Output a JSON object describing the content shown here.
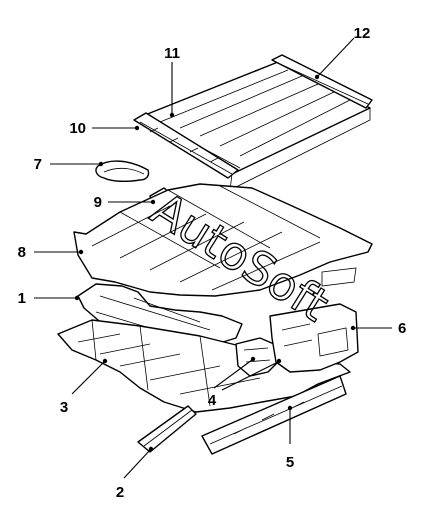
{
  "watermark": "AutoSoft",
  "callouts": [
    {
      "id": "1",
      "label": "1",
      "part": "front-floor-pan"
    },
    {
      "id": "2",
      "label": "2",
      "part": "left-sill-rail"
    },
    {
      "id": "3",
      "label": "3",
      "part": "lower-floor-frame"
    },
    {
      "id": "4",
      "label": "4",
      "part": "center-crossmember"
    },
    {
      "id": "5",
      "label": "5",
      "part": "side-sill-panel"
    },
    {
      "id": "6",
      "label": "6",
      "part": "rear-side-panel"
    },
    {
      "id": "7",
      "label": "7",
      "part": "small-bracket"
    },
    {
      "id": "8",
      "label": "8",
      "part": "main-floor-panel"
    },
    {
      "id": "9",
      "label": "9",
      "part": "mounting-clip"
    },
    {
      "id": "10",
      "label": "10",
      "part": "front-roof-bow"
    },
    {
      "id": "11",
      "label": "11",
      "part": "roof-panel"
    },
    {
      "id": "12",
      "label": "12",
      "part": "rear-roof-bow"
    }
  ]
}
